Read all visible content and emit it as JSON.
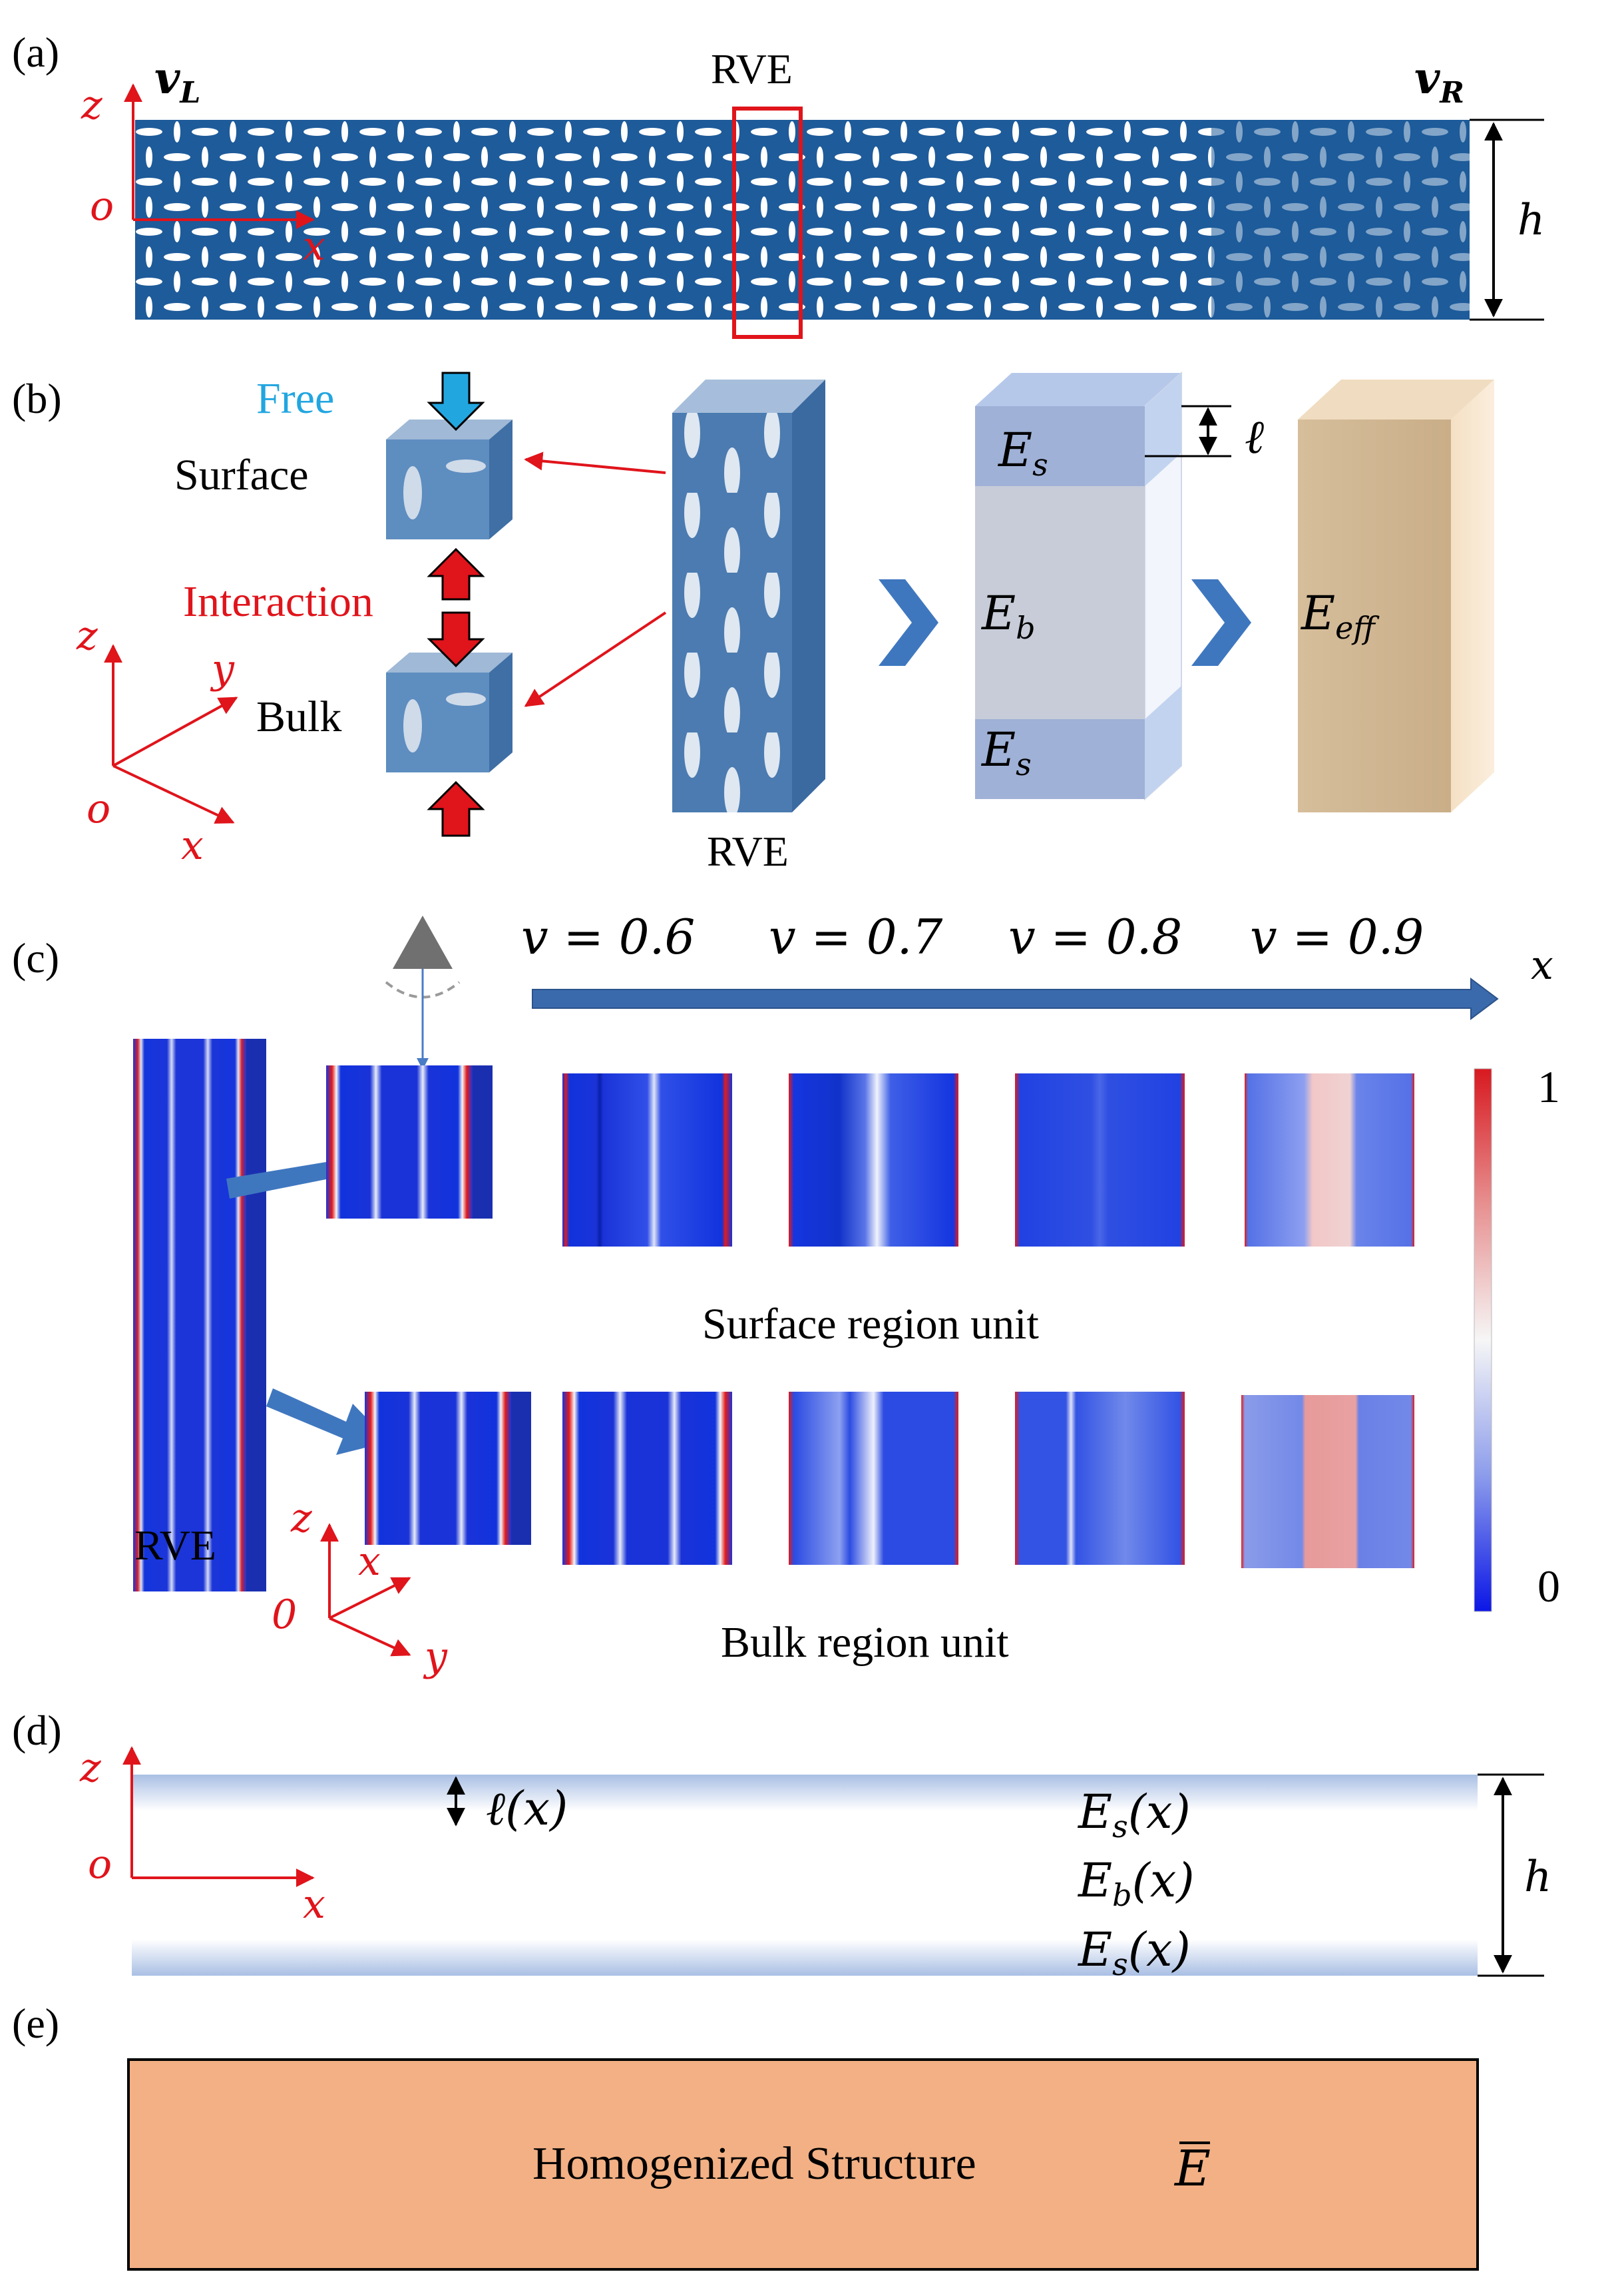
{
  "panels": {
    "a": {
      "tag": "(a)",
      "axis_z": "z",
      "axis_o": "o",
      "axis_x": "x",
      "v_left": "v",
      "v_left_sub": "L",
      "v_right": "v",
      "v_right_sub": "R",
      "rve_label": "RVE",
      "height_label": "h"
    },
    "b": {
      "tag": "(b)",
      "free_label": "Free",
      "surface_label": "Surface",
      "interaction_label": "Interaction",
      "bulk_label": "Bulk",
      "rve_label": "RVE",
      "axis_z": "z",
      "axis_y": "y",
      "axis_o": "o",
      "axis_x": "x",
      "ell_label": "ℓ",
      "E_s_top": "E",
      "E_s_top_sub": "s",
      "E_b": "E",
      "E_b_sub": "b",
      "E_s_bot": "E",
      "E_s_bot_sub": "s",
      "E_eff": "E",
      "E_eff_sub": "eff"
    },
    "c": {
      "tag": "(c)",
      "v_labels": [
        "v = 0.6",
        "v = 0.7",
        "v = 0.8",
        "v = 0.9"
      ],
      "axis_x_arrow": "x",
      "colorbar_max": "1",
      "colorbar_min": "0",
      "surface_caption": "Surface region unit",
      "bulk_caption": "Bulk region unit",
      "rve_label": "RVE",
      "axis_z": "z",
      "axis_x": "x",
      "axis_o": "0",
      "axis_y": "y"
    },
    "d": {
      "tag": "(d)",
      "axis_z": "z",
      "axis_o": "o",
      "axis_x": "x",
      "ell_label": "ℓ(x)",
      "E_s_top": "E",
      "E_s_top_sub": "s",
      "E_s_top_arg": "(x)",
      "E_b": "E",
      "E_b_sub": "b",
      "E_b_arg": "(x)",
      "E_s_bot": "E",
      "E_s_bot_sub": "s",
      "E_s_bot_arg": "(x)",
      "height_label": "h"
    },
    "e": {
      "tag": "(e)",
      "caption": "Homogenized Structure",
      "E_bar": "E"
    }
  },
  "colors": {
    "structure_blue": "#1e5b9a",
    "axis_red": "#e0141b",
    "free_cyan": "#22a6e0",
    "chevron_blue": "#3f77bf",
    "homogenized_orange": "#f2b084",
    "eff_tan": "#d9c09c",
    "layer_blue": "#a9bfe4"
  }
}
